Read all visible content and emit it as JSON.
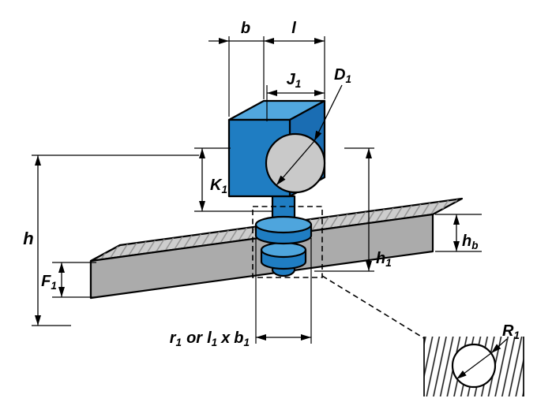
{
  "figure": {
    "type": "technical-dimension-diagram",
    "description": "Blue clamp body with cylinder bore mounted by T-bolt through a gray rail; detail view of rail hole",
    "background": "#ffffff"
  },
  "colors": {
    "body_top": "#51a7de",
    "body_front": "#1f7dc2",
    "body_side": "#1a6db3",
    "stud_front": "#1f7dc2",
    "stud_top": "#4ea5dd",
    "bar_top": "#cdcdcd",
    "bar_front": "#ababab",
    "bar_end": "#9b9b9b",
    "cylinder_face": "#c9c9c9",
    "detail_bg": "#ffffff",
    "outline": "#000000"
  },
  "labels": {
    "b": "b",
    "l": "l",
    "h": "h",
    "j1": {
      "main": "J",
      "sub": "1"
    },
    "d1": {
      "main": "D",
      "sub": "1"
    },
    "k1": {
      "main": "K",
      "sub": "1"
    },
    "f1": {
      "main": "F",
      "sub": "1"
    },
    "h1": {
      "main": "h",
      "sub": "1"
    },
    "hb": {
      "main": "h",
      "sub": "b"
    },
    "r1_expr": {
      "r": "r",
      "r_sub": "1",
      "or": "or",
      "l": "l",
      "l_sub": "1",
      "times": "x",
      "b": "b",
      "b_sub": "1"
    },
    "R1": {
      "main": "R",
      "sub": "1"
    }
  }
}
